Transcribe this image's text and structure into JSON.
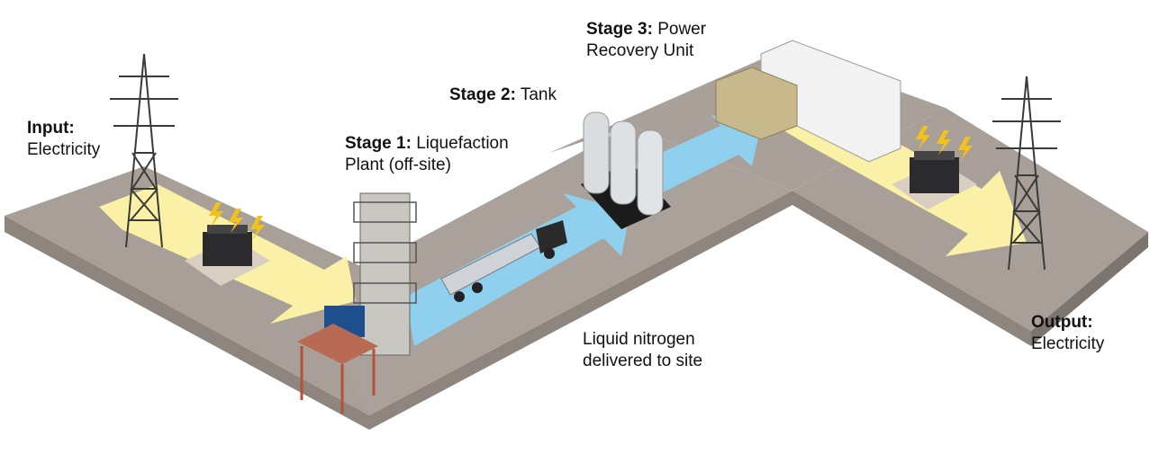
{
  "labels": {
    "input": {
      "bold": "Input:",
      "text": "Electricity"
    },
    "stage1": {
      "bold": "Stage 1:",
      "line1": " Liquefaction",
      "line2": "Plant (off-site)"
    },
    "stage2": {
      "bold": "Stage 2:",
      "text": " Tank"
    },
    "stage3": {
      "bold": "Stage 3:",
      "line1": " Power",
      "line2": "Recovery Unit"
    },
    "transport": {
      "line1": "Liquid nitrogen",
      "line2": "delivered to site"
    },
    "output": {
      "bold": "Output:",
      "text": "Electricity"
    }
  },
  "colors": {
    "platform_top": "#a89f98",
    "platform_side": "#8e857e",
    "electric_arrow": "#fbf1a6",
    "nitrogen_arrow": "#8fd0ef",
    "bolt": "#f3c21a"
  },
  "icons": [
    "transmission-tower-icon",
    "transformer-icon",
    "lightning-bolt-icon",
    "liquefaction-tower-icon",
    "tanker-truck-icon",
    "storage-tank-icon",
    "container-icon"
  ]
}
